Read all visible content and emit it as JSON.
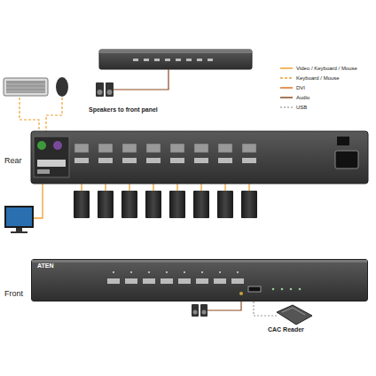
{
  "diagram": {
    "nodes": [
      {
        "text": [
          "ATEN"
        ]
      }
    ],
    "labels": [
      "Speakers to front panel",
      "Rear",
      "Front",
      "CAC Reader"
    ],
    "legend": [
      {
        "text": "Video / Keyboard / Mouse"
      },
      {
        "text": "Keyboard / Mouse"
      },
      {
        "text": "DVI"
      },
      {
        "text": "Audio"
      },
      {
        "text": "USB"
      }
    ]
  }
}
